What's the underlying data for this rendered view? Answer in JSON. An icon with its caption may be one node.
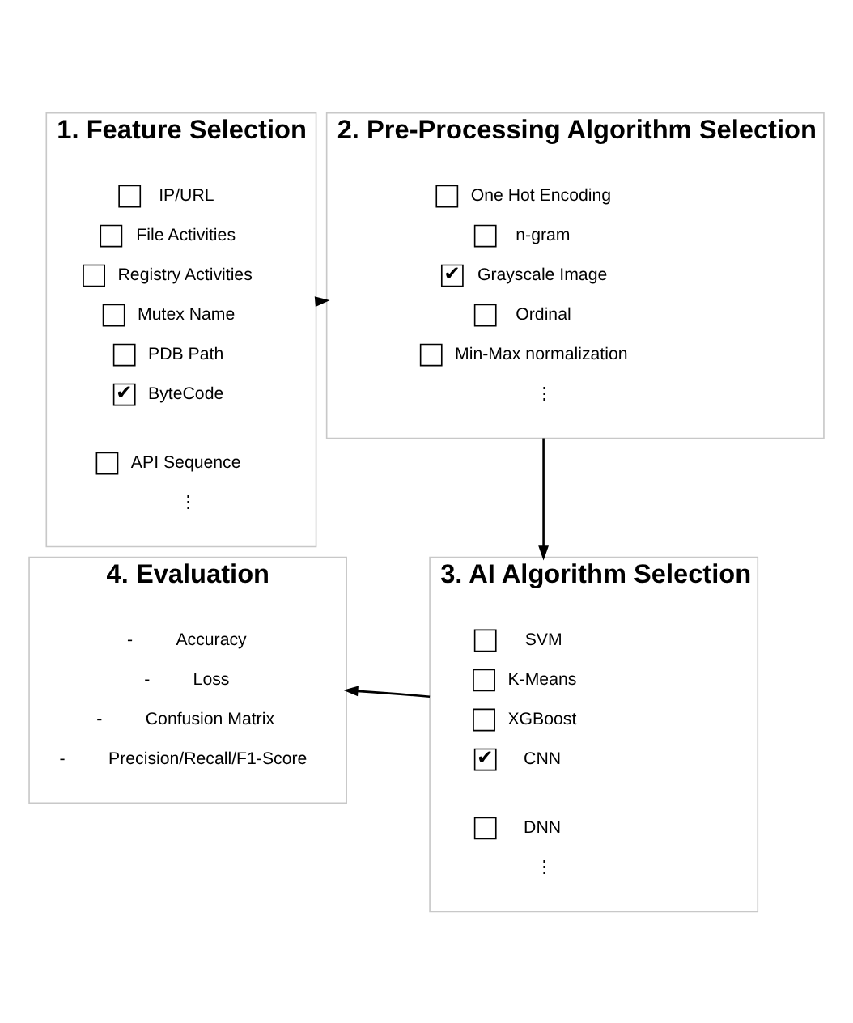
{
  "diagram": {
    "nodes": [
      {
        "text": [
          "1. Feature Selection"
        ]
      },
      {
        "text": [
          "2. Pre-Processing Algorithm Selection"
        ]
      },
      {
        "text": [
          "3. AI Algorithm Selection"
        ]
      },
      {
        "text": [
          "4. Evaluation"
        ]
      },
      {
        "text": [],
        "shape": "box",
        "in": 0
      },
      {
        "text": [
          "IP/URL"
        ],
        "in": 0
      },
      {
        "text": [],
        "shape": "box",
        "in": 0
      },
      {
        "text": [
          "File Activities"
        ],
        "in": 0
      },
      {
        "text": [],
        "shape": "box",
        "in": 0
      },
      {
        "text": [
          "Registry Activities"
        ],
        "in": 0
      },
      {
        "text": [],
        "shape": "box",
        "in": 0
      },
      {
        "text": [
          "Mutex Name"
        ],
        "in": 0
      },
      {
        "text": [],
        "shape": "box",
        "in": 0
      },
      {
        "text": [
          "PDB Path"
        ],
        "in": 0
      },
      {
        "text": [
          "✔"
        ],
        "in": 0
      },
      {
        "text": [
          "ByteCode"
        ],
        "in": 0
      },
      {
        "text": [],
        "shape": "box",
        "in": 0
      },
      {
        "text": [
          "API Sequence"
        ],
        "in": 0
      },
      {
        "text": [
          "⋮"
        ],
        "in": 0
      },
      {
        "text": [],
        "shape": "box",
        "in": 1
      },
      {
        "text": [
          "One Hot Encoding"
        ],
        "in": 1
      },
      {
        "text": [],
        "shape": "box",
        "in": 1
      },
      {
        "text": [
          "n-gram"
        ],
        "in": 1
      },
      {
        "text": [
          "✔"
        ],
        "in": 1
      },
      {
        "text": [
          "Grayscale Image"
        ],
        "in": 1
      },
      {
        "text": [],
        "shape": "box",
        "in": 1
      },
      {
        "text": [
          "Ordinal"
        ],
        "in": 1
      },
      {
        "text": [],
        "shape": "box",
        "in": 1
      },
      {
        "text": [
          "Min-Max normalization"
        ],
        "in": 1
      },
      {
        "text": [
          "⋮"
        ],
        "in": 1
      },
      {
        "text": [],
        "shape": "box",
        "in": 2
      },
      {
        "text": [
          "SVM"
        ],
        "in": 2
      },
      {
        "text": [],
        "shape": "box",
        "in": 2
      },
      {
        "text": [
          "K-Means"
        ],
        "in": 2
      },
      {
        "text": [],
        "shape": "box",
        "in": 2
      },
      {
        "text": [
          "XGBoost"
        ],
        "in": 2
      },
      {
        "text": [
          "✔"
        ],
        "in": 2
      },
      {
        "text": [
          "CNN"
        ],
        "in": 2
      },
      {
        "text": [],
        "shape": "box",
        "in": 2
      },
      {
        "text": [
          "DNN"
        ],
        "in": 2
      },
      {
        "text": [
          "⋮"
        ],
        "in": 2
      },
      {
        "text": [
          "Accuracy"
        ],
        "in": 3,
        "beside": [
          "-"
        ]
      },
      {
        "text": [
          "Loss"
        ],
        "in": 3,
        "beside": [
          "-"
        ]
      },
      {
        "text": [
          "Confusion Matrix"
        ],
        "in": 3,
        "beside": [
          "-"
        ]
      },
      {
        "text": [
          "Precision/Recall/F1-Score"
        ],
        "in": 3,
        "beside": [
          "-"
        ]
      }
    ],
    "edges": [
      {
        "from": 0,
        "to": 1,
        "arrow": "to"
      },
      {
        "from": 1,
        "to": 2,
        "arrow": "to"
      },
      {
        "from": 2,
        "to": 3,
        "arrow": "to"
      }
    ]
  }
}
